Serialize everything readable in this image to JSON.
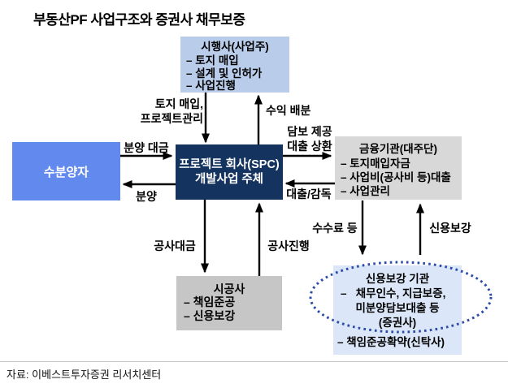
{
  "title": "부동산PF 사업구조와 증권사 채무보증",
  "boxes": {
    "developer": {
      "title": "시행사(사업주)",
      "items": [
        "– 토지 매입",
        "– 설계 및 인허가",
        "– 사업진행"
      ]
    },
    "buyers": {
      "title": "수분양자"
    },
    "spc": {
      "line1": "프로젝트 회사(SPC)",
      "line2": "개발사업 주체"
    },
    "lenders": {
      "title": "금융기관(대주단)",
      "items": [
        "– 토지매입자금",
        "– 사업비(공사비 등)대출",
        "– 사업관리"
      ]
    },
    "builder": {
      "title": "시공사",
      "items": [
        "– 책임준공",
        "– 신용보강"
      ]
    },
    "credit_org": {
      "title": "신용보강 기관",
      "item_line1": "–   채무인수, 지급보증,",
      "item_line2": "미분양담보대출 등",
      "item_line3": "(증권사)",
      "footnote": "– 책임준공확약(신탁사)"
    }
  },
  "edge_labels": {
    "land_purchase_line1": "토지 매입,",
    "land_purchase_line2": "프로젝트관리",
    "profit_share": "수익 배분",
    "sale_payment": "분양 대금",
    "sale": "분양",
    "collateral_line1": "담보 제공",
    "collateral_line2": "대출 상환",
    "loan_supervision": "대출/감독",
    "construction_payment": "공사대금",
    "construction_progress": "공사진행",
    "fees": "수수료 등",
    "credit_enhancement": "신용보강"
  },
  "source": "자료: 이베스트투자증권 리서치센터",
  "colors": {
    "developer_box": "#b9cdea",
    "buyers_box": "#6289ee",
    "spc_box": "#15335f",
    "lenders_box": "#d8d8d8",
    "builder_box": "#c6c6c6",
    "credit_box": "#dbe7f8",
    "ellipse_border": "#2b4ba6",
    "arrow": "#000000"
  }
}
